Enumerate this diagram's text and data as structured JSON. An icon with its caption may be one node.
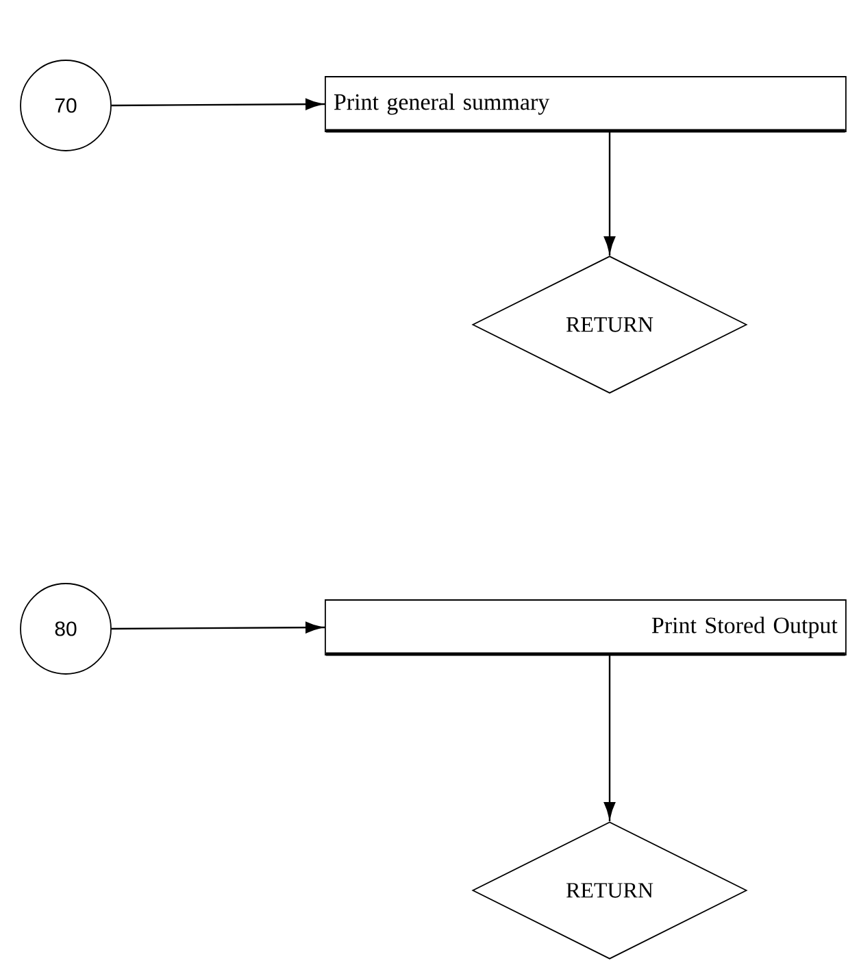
{
  "diagram": {
    "nodes": [
      {
        "text": [
          "70"
        ]
      },
      {
        "text": [
          "Print general summary"
        ]
      },
      {
        "text": [
          "RETURN"
        ]
      },
      {
        "text": [
          "80"
        ]
      },
      {
        "text": [
          "Print Stored Output"
        ]
      },
      {
        "text": [
          "RETURN"
        ]
      }
    ],
    "edges": [
      {
        "from": 0,
        "to": 1,
        "arrow": "to"
      },
      {
        "from": 1,
        "to": 2,
        "arrow": "to"
      },
      {
        "from": 3,
        "to": 4,
        "arrow": "to"
      },
      {
        "from": 4,
        "to": 5,
        "arrow": "to"
      }
    ]
  }
}
